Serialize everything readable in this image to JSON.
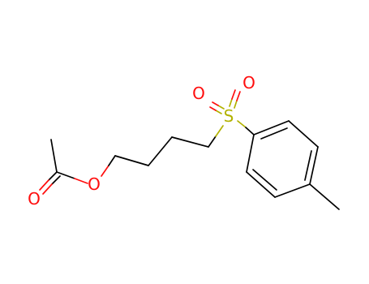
{
  "molecule": {
    "atoms": {
      "O_sulfonyl_top": "O",
      "O_sulfonyl_left": "O",
      "S": "S",
      "O_ester": "O",
      "O_carbonyl": "O"
    },
    "colors": {
      "bond": "#000000",
      "oxygen": "#ff0d0d",
      "sulfur": "#b2b200"
    }
  }
}
